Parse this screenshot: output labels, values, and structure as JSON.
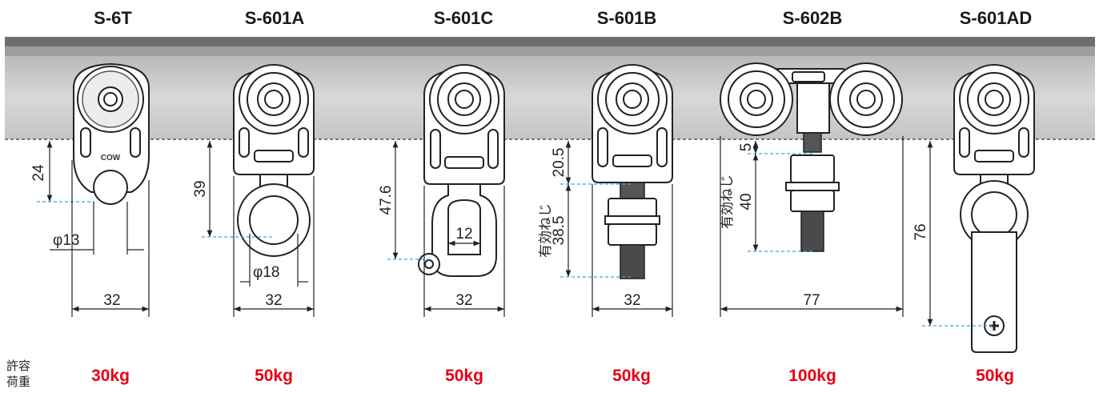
{
  "products": [
    {
      "model": "S-6T",
      "load": "30kg",
      "mark": "COW",
      "dims": {
        "height": "24",
        "hole": "φ13",
        "width": "32"
      }
    },
    {
      "model": "S-601A",
      "load": "50kg",
      "dims": {
        "height": "39",
        "ring": "φ18",
        "width": "32"
      }
    },
    {
      "model": "S-601C",
      "load": "50kg",
      "dims": {
        "height": "47.6",
        "opening": "12",
        "width": "32"
      }
    },
    {
      "model": "S-601B",
      "load": "50kg",
      "dims": {
        "height": "20.5",
        "thread_label": "有効ねじ",
        "thread": "38.5",
        "width": "32"
      }
    },
    {
      "model": "S-602B",
      "load": "100kg",
      "dims": {
        "height": "5",
        "thread_label": "有効ねじ",
        "thread": "40",
        "width": "77"
      }
    },
    {
      "model": "S-601AD",
      "load": "50kg",
      "dims": {
        "height": "76"
      }
    }
  ],
  "load_label_line1": "許容",
  "load_label_line2": "荷重",
  "colors": {
    "load_text": "#e60012",
    "rail_top": "#6e6e6e",
    "rail_body": "#cfcfcf",
    "dim_line": "#222222",
    "guide_line": "#3aa6d9"
  }
}
